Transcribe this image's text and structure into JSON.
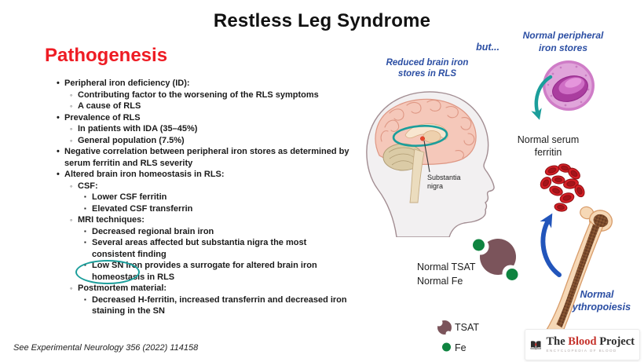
{
  "slide": {
    "title": "Restless Leg Syndrome",
    "footer": "See Experimental Neurology 356 (2022) 114158"
  },
  "pathogenesis": {
    "heading": "Pathogenesis",
    "bullets": [
      {
        "text": "Peripheral iron deficiency (ID):",
        "children": [
          {
            "text": "Contributing factor to the worsening of the RLS symptoms"
          },
          {
            "text": "A cause of RLS"
          }
        ]
      },
      {
        "text": "Prevalence of RLS",
        "children": [
          {
            "text": "In patients with IDA (35–45%)"
          },
          {
            "text": "General population (7.5%)"
          }
        ]
      },
      {
        "text": "Negative correlation between peripheral iron stores as determined by serum ferritin and RLS severity"
      },
      {
        "text": "Altered brain iron homeostasis in RLS:",
        "children": [
          {
            "text": "CSF:",
            "children": [
              {
                "text": "Lower CSF ferritin"
              },
              {
                "text": "Elevated CSF transferrin"
              }
            ]
          },
          {
            "text": "MRI techniques:",
            "children": [
              {
                "text": "Decreased regional brain iron"
              },
              {
                "text": "Several areas affected but substantia nigra the most consistent finding"
              },
              {
                "text": "Low SN iron provides a surrogate for altered brain iron homeostasis in RLS"
              }
            ]
          },
          {
            "text": "Postmortem material:",
            "children": [
              {
                "text": "Decreased H-ferritin, increased transferrin and decreased iron staining in the SN"
              }
            ]
          }
        ]
      }
    ]
  },
  "diagram": {
    "reduced_brain_label": "Reduced brain iron stores in RLS",
    "but_label": "but...",
    "normal_peripheral_label": "Normal peripheral iron stores",
    "normal_serum_label": "Normal serum ferritin",
    "substantia_nigra": {
      "line1": "Substantia",
      "line2": "nigra"
    },
    "normal_tsat_label": "Normal TSAT",
    "normal_fe_label": "Normal Fe",
    "normal_erythropoiesis_label": "Normal erythropoiesis",
    "legend": {
      "tsat": "TSAT",
      "fe": "Fe"
    }
  },
  "logo": {
    "word1": "The",
    "word2": "Blood",
    "word3": "Project",
    "tagline": "ENCYCLOPEDIA OF BLOOD"
  },
  "colors": {
    "heading_red": "#ee1c24",
    "annotation_blue": "#2b4ea3",
    "teal": "#1b9e9b",
    "arrow_blue": "#2255bb",
    "tsat_maroon": "#7b545b",
    "fe_green": "#0f8440",
    "logo_red": "#c5322b"
  }
}
